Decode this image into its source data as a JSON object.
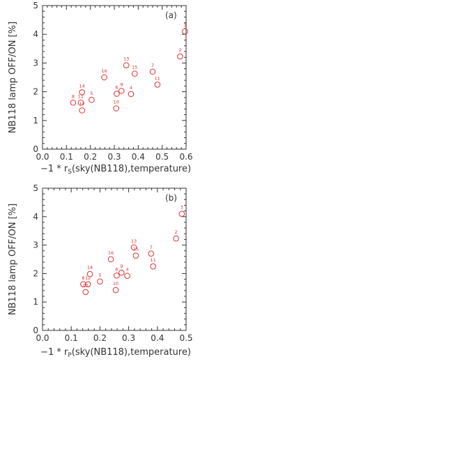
{
  "colors": {
    "marker": "#e03030",
    "axis": "#333333"
  },
  "chart_data": [
    {
      "type": "scatter",
      "panel_tag": "(a)",
      "ylabel": "NB118 lamp OFF/ON [%]",
      "xlabel_prefix": "−1 * r",
      "xlabel_sub": "S",
      "xlabel_suffix": "(sky(NB118),temperature)",
      "xlim": [
        0.0,
        0.6
      ],
      "ylim": [
        0,
        5
      ],
      "xticks": [
        "0.0",
        "0.1",
        "0.2",
        "0.3",
        "0.4",
        "0.5",
        "0.6"
      ],
      "yticks": [
        "0",
        "1",
        "2",
        "3",
        "4",
        "5"
      ],
      "points": [
        {
          "label": "2",
          "x": 0.575,
          "y": 3.23
        },
        {
          "label": "3",
          "x": 0.595,
          "y": 4.1
        },
        {
          "label": "4",
          "x": 0.37,
          "y": 1.92
        },
        {
          "label": "5",
          "x": 0.205,
          "y": 1.72
        },
        {
          "label": "6",
          "x": 0.31,
          "y": 1.93
        },
        {
          "label": "7",
          "x": 0.46,
          "y": 2.7
        },
        {
          "label": "8",
          "x": 0.128,
          "y": 1.62
        },
        {
          "label": "9",
          "x": 0.33,
          "y": 2.03
        },
        {
          "label": "10",
          "x": 0.308,
          "y": 1.42
        },
        {
          "label": "11",
          "x": 0.48,
          "y": 2.25
        },
        {
          "label": "12",
          "x": 0.16,
          "y": 1.62
        },
        {
          "label": "13",
          "x": 0.35,
          "y": 2.92
        },
        {
          "label": "14",
          "x": 0.165,
          "y": 1.98
        },
        {
          "label": "15",
          "x": 0.385,
          "y": 2.63
        },
        {
          "label": "16",
          "x": 0.258,
          "y": 2.5
        },
        {
          "label": "17",
          "x": 0.165,
          "y": 1.35
        }
      ]
    },
    {
      "type": "scatter",
      "panel_tag": "(b)",
      "ylabel": "NB118 lamp OFF/ON [%]",
      "xlabel_prefix": "−1 * r",
      "xlabel_sub": "P",
      "xlabel_suffix": "(sky(NB118),temperature)",
      "xlim": [
        0.0,
        0.5
      ],
      "ylim": [
        0,
        5
      ],
      "xticks": [
        "0.0",
        "0.1",
        "0.2",
        "0.3",
        "0.4",
        "0.5"
      ],
      "yticks": [
        "0",
        "1",
        "2",
        "3",
        "4",
        "5"
      ],
      "points": [
        {
          "label": "2",
          "x": 0.465,
          "y": 3.23
        },
        {
          "label": "3",
          "x": 0.485,
          "y": 4.1
        },
        {
          "label": "4",
          "x": 0.295,
          "y": 1.92
        },
        {
          "label": "5",
          "x": 0.2,
          "y": 1.72
        },
        {
          "label": "6",
          "x": 0.258,
          "y": 1.93
        },
        {
          "label": "7",
          "x": 0.378,
          "y": 2.7
        },
        {
          "label": "8",
          "x": 0.142,
          "y": 1.62
        },
        {
          "label": "9",
          "x": 0.275,
          "y": 2.03
        },
        {
          "label": "10",
          "x": 0.255,
          "y": 1.42
        },
        {
          "label": "11",
          "x": 0.385,
          "y": 2.25
        },
        {
          "label": "12",
          "x": 0.158,
          "y": 1.62
        },
        {
          "label": "13",
          "x": 0.318,
          "y": 2.92
        },
        {
          "label": "14",
          "x": 0.165,
          "y": 1.98
        },
        {
          "label": "15",
          "x": 0.325,
          "y": 2.63
        },
        {
          "label": "16",
          "x": 0.238,
          "y": 2.5
        },
        {
          "label": "17",
          "x": 0.15,
          "y": 1.35
        }
      ]
    }
  ]
}
